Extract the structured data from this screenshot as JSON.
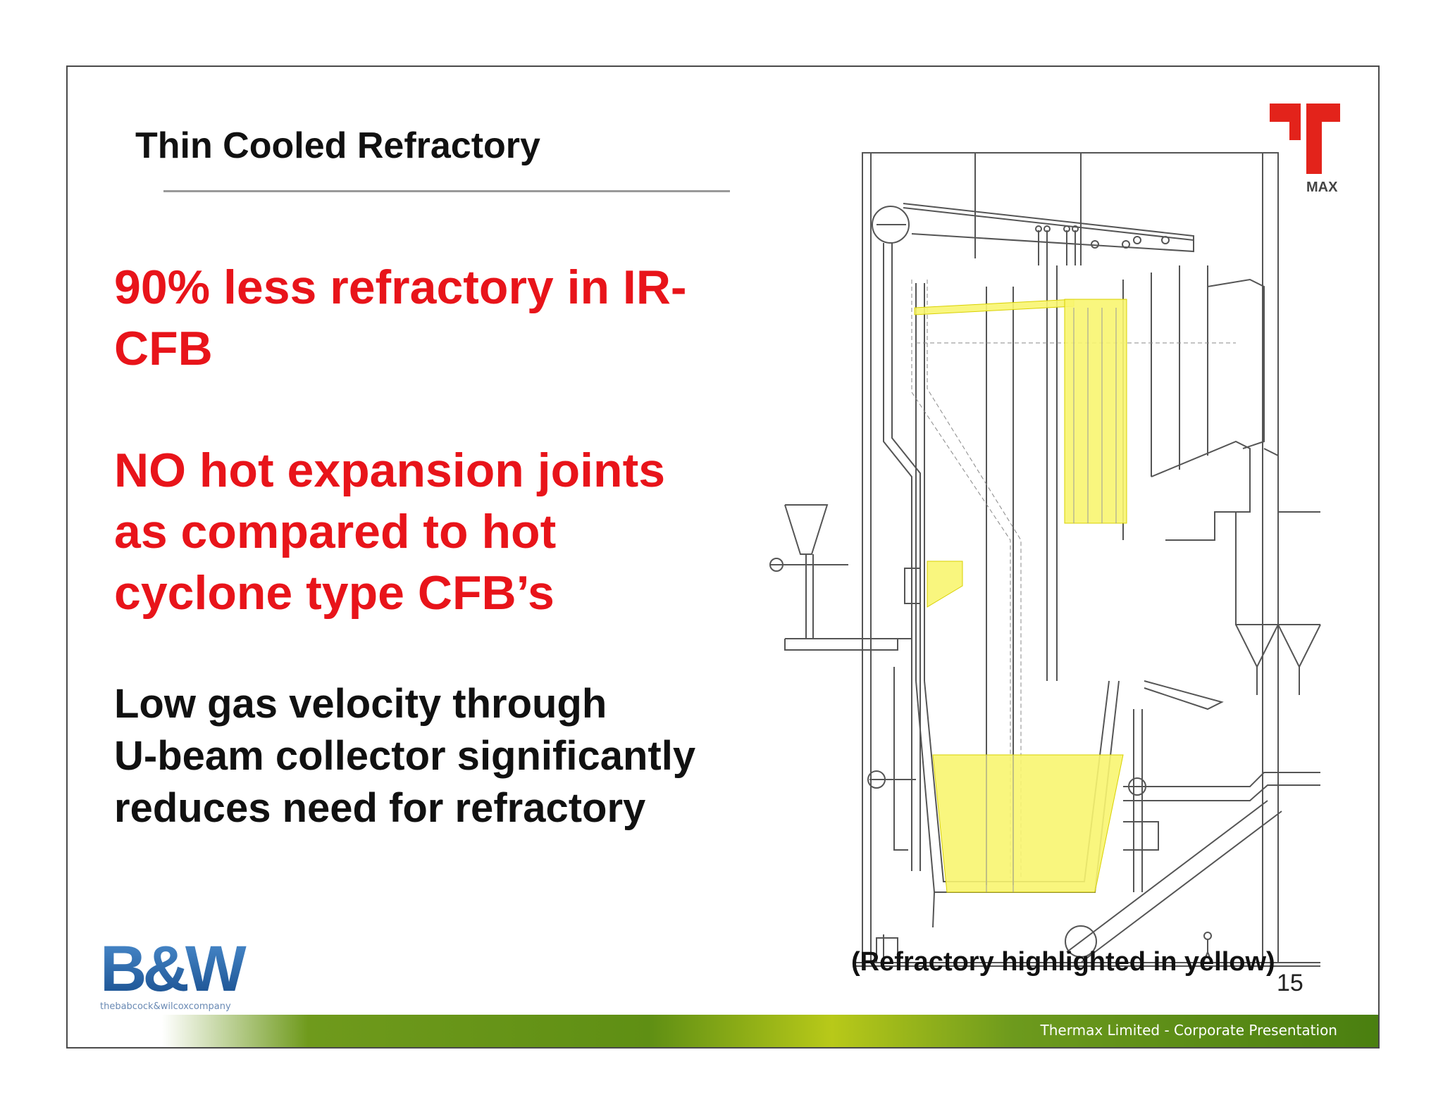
{
  "slide": {
    "title": "Thin Cooled Refractory",
    "bullet1": [
      "90% less refractory in IR-",
      "CFB"
    ],
    "bullet2": [
      "NO hot expansion joints",
      "as compared to hot",
      "cyclone type CFB’s"
    ],
    "bullet3": [
      "Low gas velocity through",
      "U-beam collector significantly",
      "reduces need for refractory"
    ],
    "caption": "(Refractory highlighted in yellow)",
    "page_number": "15",
    "footer": "Thermax Limited - Corporate Presentation",
    "logo_text_top": "MAX",
    "logo_bw": "B&W",
    "logo_bw_tagline": "thebabcock&wilcoxcompany",
    "colors": {
      "bullet_red": "#e8141a",
      "refractory_yellow": "#f8f570",
      "logo_red": "#e3231b",
      "bw_blue": "#1a5fa8"
    }
  }
}
